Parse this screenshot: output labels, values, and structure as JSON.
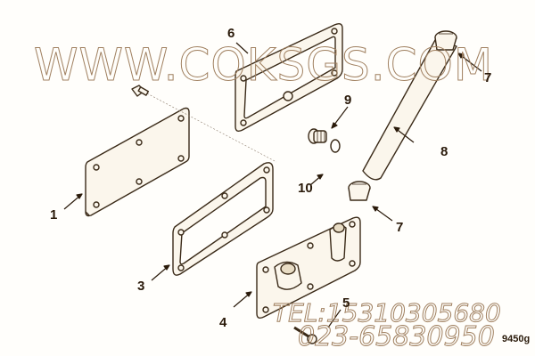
{
  "diagram": {
    "type": "exploded-parts-diagram",
    "figure_id": "9450g",
    "callouts": [
      {
        "id": "1",
        "label": "1",
        "part": "cover-plate"
      },
      {
        "id": "3",
        "label": "3",
        "part": "gasket"
      },
      {
        "id": "4",
        "label": "4",
        "part": "housing-cover-with-outlets"
      },
      {
        "id": "5",
        "label": "5",
        "part": "flange-bolt"
      },
      {
        "id": "6",
        "label": "6",
        "part": "gasket-upper"
      },
      {
        "id": "7a",
        "label": "7",
        "part": "hose-clamp-upper"
      },
      {
        "id": "7b",
        "label": "7",
        "part": "hose-clamp-lower"
      },
      {
        "id": "8",
        "label": "8",
        "part": "hose"
      },
      {
        "id": "9",
        "label": "9",
        "part": "plug"
      },
      {
        "id": "10",
        "label": "10",
        "part": "o-ring"
      }
    ]
  },
  "watermark": {
    "url": "WWW.COKSGS.COM",
    "tel": "TEL:15310305680",
    "phone": "023-65830950"
  },
  "colors": {
    "background": "#fffefb",
    "line": "#3a2a18",
    "fill": "#fbf6ec",
    "watermark": "#a08060"
  }
}
